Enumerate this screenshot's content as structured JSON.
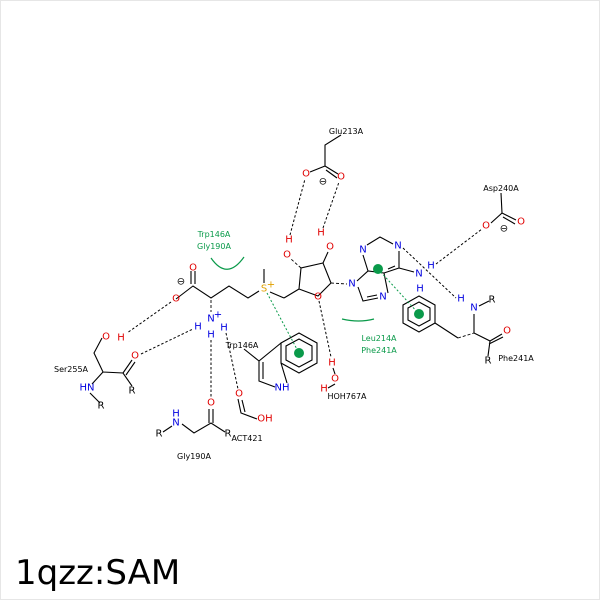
{
  "title": "1qzz:SAM",
  "atoms": {
    "O": "O",
    "N": "N",
    "H": "H",
    "R": "R",
    "S": "S",
    "HN": "HN",
    "NH": "NH",
    "OH": "OH",
    "plus": "+",
    "minus": "⊖"
  },
  "residues": {
    "glu213": "Glu213A",
    "asp240": "Asp240A",
    "phe241": "Phe241A",
    "ser255": "Ser255A",
    "trp146": "Trp146A",
    "gly190": "Gly190A",
    "act421": "ACT421",
    "hoh767": "HOH767A"
  },
  "hydrophobic": [
    {
      "labels": [
        "Trp146A",
        "Gly190A"
      ]
    },
    {
      "labels": [
        "Leu214A",
        "Phe241A"
      ]
    }
  ],
  "colors": {
    "oxygen": "#e00000",
    "nitrogen": "#0000e0",
    "sulfur": "#e0a000",
    "interaction": "#0a9a4a"
  }
}
